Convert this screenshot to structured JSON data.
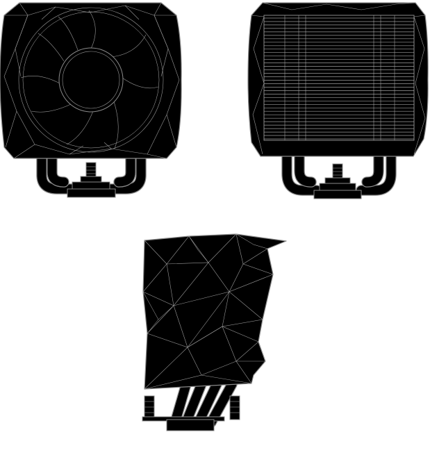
{
  "views": [
    {
      "id": "front",
      "name": "front-view"
    },
    {
      "id": "back",
      "name": "back-view"
    },
    {
      "id": "side",
      "name": "side-view"
    }
  ],
  "colors": {
    "background": "#ffffff",
    "body": "#000000",
    "wireframe": "#9a9a9a",
    "outline": "#8a8a8a"
  },
  "fan_blade_count": 9,
  "fin_count": 36
}
